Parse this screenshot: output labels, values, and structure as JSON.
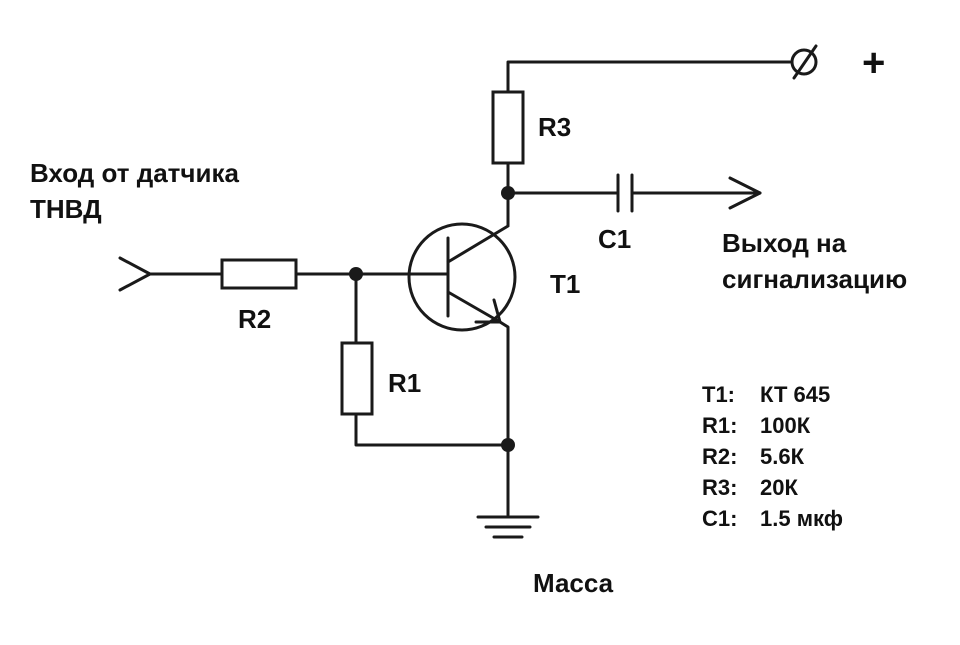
{
  "labels": {
    "input_line1": "Вход от датчика",
    "input_line2": "ТНВД",
    "output_line1": "Выход на",
    "output_line2": "сигнализацию",
    "ground": "Масса",
    "supply": "+"
  },
  "components": [
    {
      "ref": "R3",
      "label": "R3"
    },
    {
      "ref": "R2",
      "label": "R2"
    },
    {
      "ref": "R1",
      "label": "R1"
    },
    {
      "ref": "C1",
      "label": "C1"
    },
    {
      "ref": "T1",
      "label": "T1"
    }
  ],
  "parts_list": [
    {
      "ref": "T1:",
      "value": "КТ 645"
    },
    {
      "ref": "R1:",
      "value": "100К"
    },
    {
      "ref": "R2:",
      "value": "5.6К"
    },
    {
      "ref": "R3:",
      "value": "20К"
    },
    {
      "ref": "C1:",
      "value": "1.5 мкф"
    }
  ]
}
